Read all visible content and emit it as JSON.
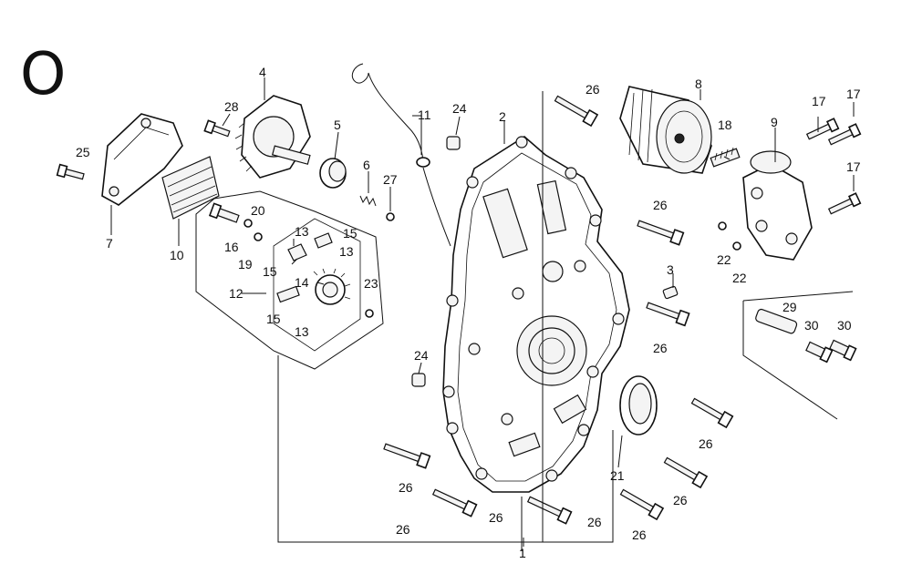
{
  "diagram": {
    "section_letter": "O",
    "callouts": {
      "c1": "1",
      "c2": "2",
      "c3": "3",
      "c4": "4",
      "c5": "5",
      "c6": "6",
      "c7": "7",
      "c8": "8",
      "c9": "9",
      "c10": "10",
      "c11": "11",
      "c12": "12",
      "c13a": "13",
      "c13b": "13",
      "c13c": "13",
      "c14": "14",
      "c15a": "15",
      "c15b": "15",
      "c15c": "15",
      "c16": "16",
      "c17a": "17",
      "c17b": "17",
      "c17c": "17",
      "c18": "18",
      "c19": "19",
      "c20": "20",
      "c21": "21",
      "c22a": "22",
      "c22b": "22",
      "c23": "23",
      "c24a": "24",
      "c24b": "24",
      "c25": "25",
      "c26a": "26",
      "c26b": "26",
      "c26c": "26",
      "c26d": "26",
      "c26e": "26",
      "c26f": "26",
      "c26g": "26",
      "c26h": "26",
      "c26i": "26",
      "c26j": "26",
      "c27": "27",
      "c28": "28",
      "c29": "29",
      "c30a": "30",
      "c30b": "30"
    }
  }
}
